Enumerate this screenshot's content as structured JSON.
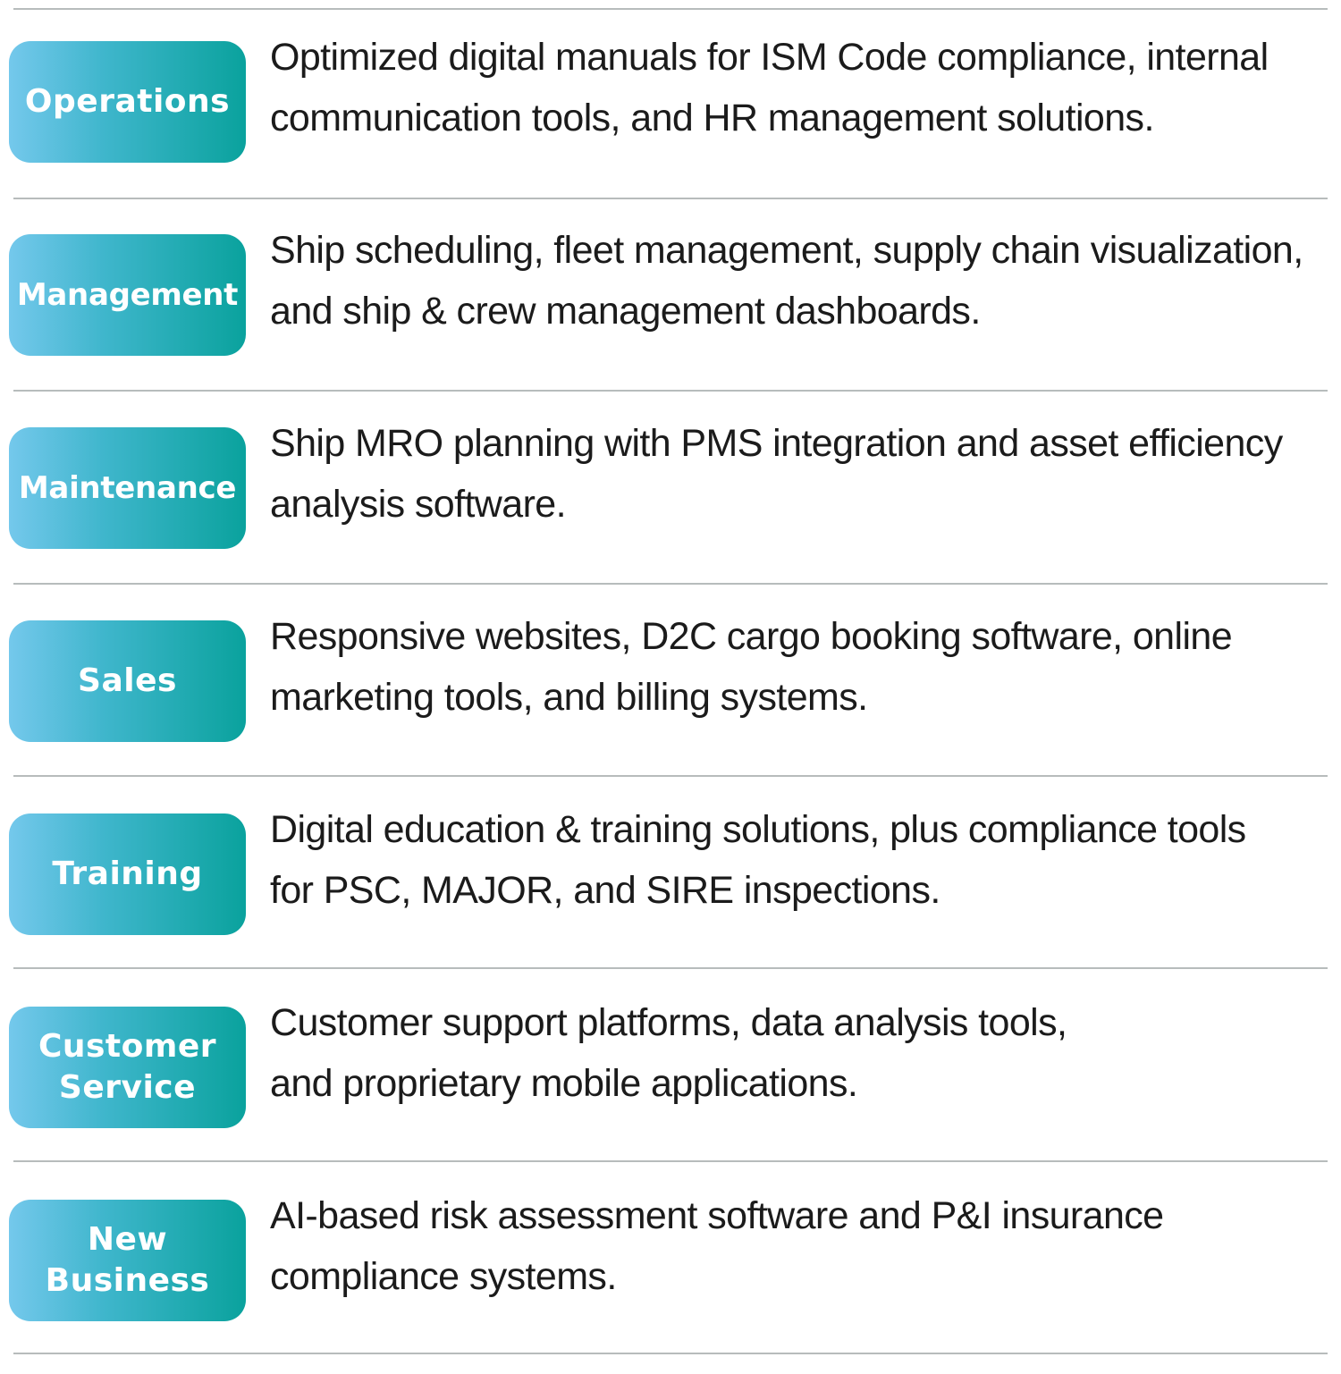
{
  "rows": [
    {
      "label": "Operations",
      "description": "Optimized digital manuals for ISM Code compliance, internal\ncommunication tools, and HR management solutions."
    },
    {
      "label": "Management",
      "description": "Ship scheduling, fleet management, supply chain visualization,\nand ship & crew management dashboards."
    },
    {
      "label": "Maintenance",
      "description": "Ship MRO planning with PMS integration and asset efficiency\nanalysis software."
    },
    {
      "label": "Sales",
      "description": "Responsive websites, D2C cargo booking software, online\nmarketing tools, and billing systems."
    },
    {
      "label": "Training",
      "description": "Digital education & training solutions, plus compliance tools\nfor PSC, MAJOR, and SIRE inspections."
    },
    {
      "label": "Customer\nService",
      "description": "Customer support platforms, data analysis tools,\nand proprietary mobile applications."
    },
    {
      "label": "New\nBusiness",
      "description": "AI-based risk assessment software and P&I insurance\ncompliance systems."
    }
  ],
  "colors": {
    "badge_gradient_start": "#74c8ec",
    "badge_gradient_end": "#0aa29d",
    "badge_text": "#ffffff",
    "description_text": "#1b1b1b",
    "divider": "#b7bcbc"
  }
}
